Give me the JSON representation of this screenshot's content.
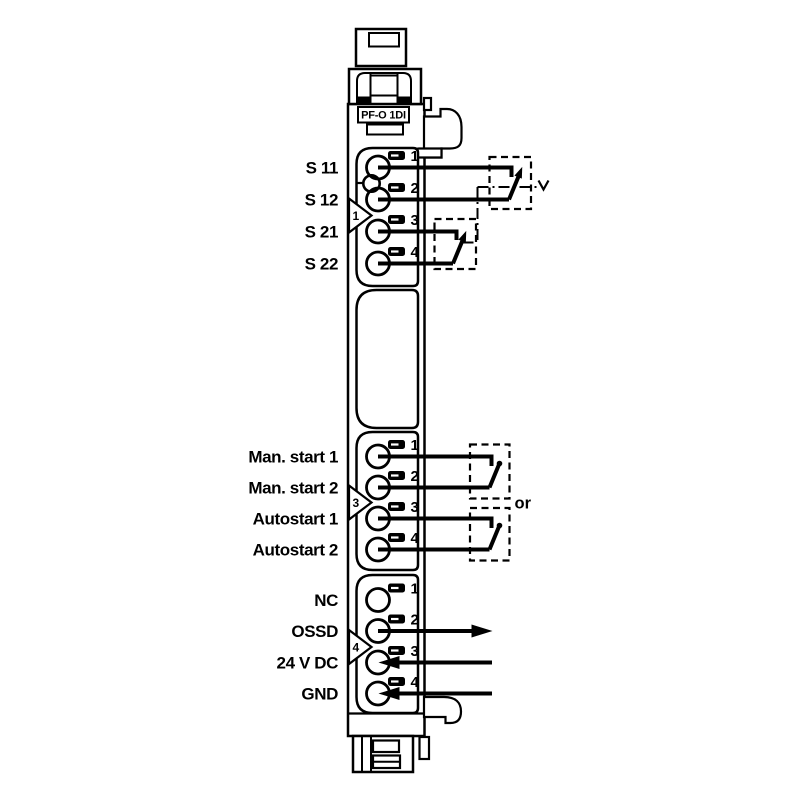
{
  "module": {
    "label": "PF-O 1DI"
  },
  "group1": {
    "marker": "1",
    "rows": [
      {
        "num": "1",
        "label": "S 11"
      },
      {
        "num": "2",
        "label": "S 12"
      },
      {
        "num": "3",
        "label": "S 21"
      },
      {
        "num": "4",
        "label": "S 22"
      }
    ]
  },
  "group3": {
    "marker": "3",
    "or_label": "or",
    "rows": [
      {
        "num": "1",
        "label": "Man. start 1"
      },
      {
        "num": "2",
        "label": "Man. start 2"
      },
      {
        "num": "3",
        "label": "Autostart 1"
      },
      {
        "num": "4",
        "label": "Autostart 2"
      }
    ]
  },
  "group4": {
    "marker": "4",
    "rows": [
      {
        "num": "1",
        "label": "NC"
      },
      {
        "num": "2",
        "label": "OSSD"
      },
      {
        "num": "3",
        "label": "24 V DC"
      },
      {
        "num": "4",
        "label": "GND"
      }
    ]
  },
  "colors": {
    "line": "#000000",
    "background": "#ffffff"
  }
}
